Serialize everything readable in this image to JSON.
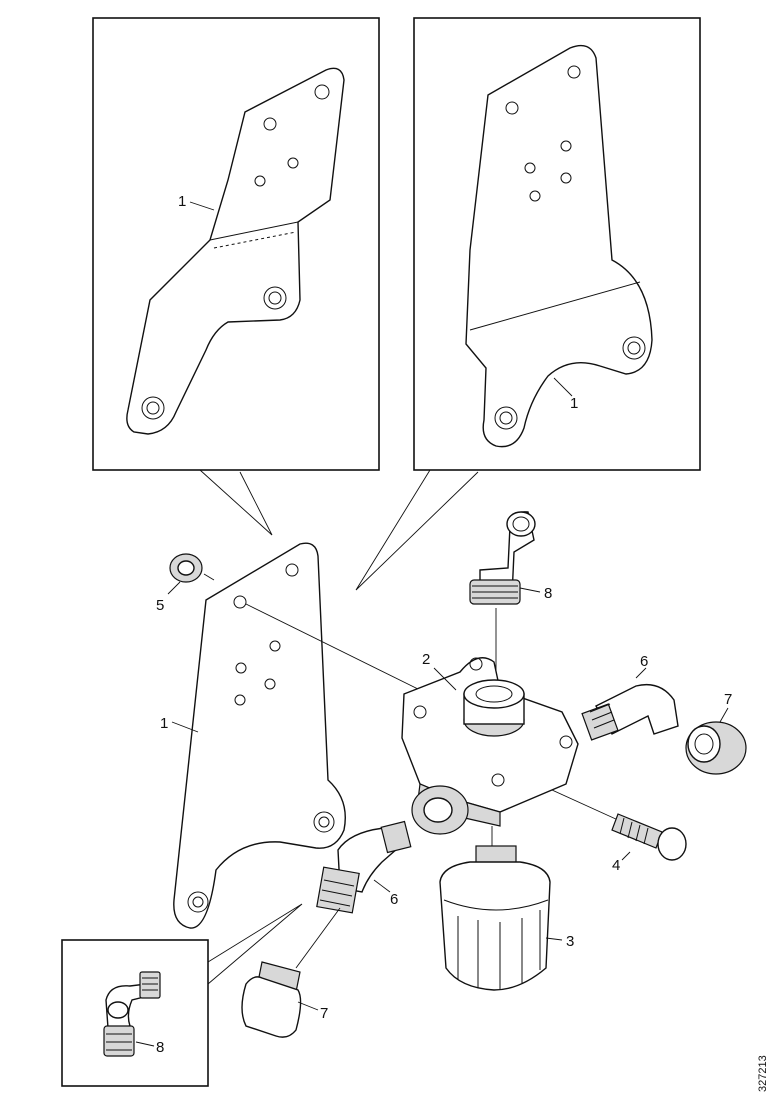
{
  "callouts": {
    "c1_left_inset": "1",
    "c1_right_inset": "1",
    "c1_main": "1",
    "c2": "2",
    "c3": "3",
    "c4": "4",
    "c5": "5",
    "c6_upper": "6",
    "c6_lower": "6",
    "c7_upper": "7",
    "c7_lower": "7",
    "c8_upper": "8",
    "c8_inset": "8"
  },
  "reference_code": "327213",
  "icons": [
    "bracket-plate",
    "valve-body",
    "filter-bowl",
    "bolt",
    "nut",
    "elbow-fitting",
    "union-nut",
    "connector"
  ]
}
